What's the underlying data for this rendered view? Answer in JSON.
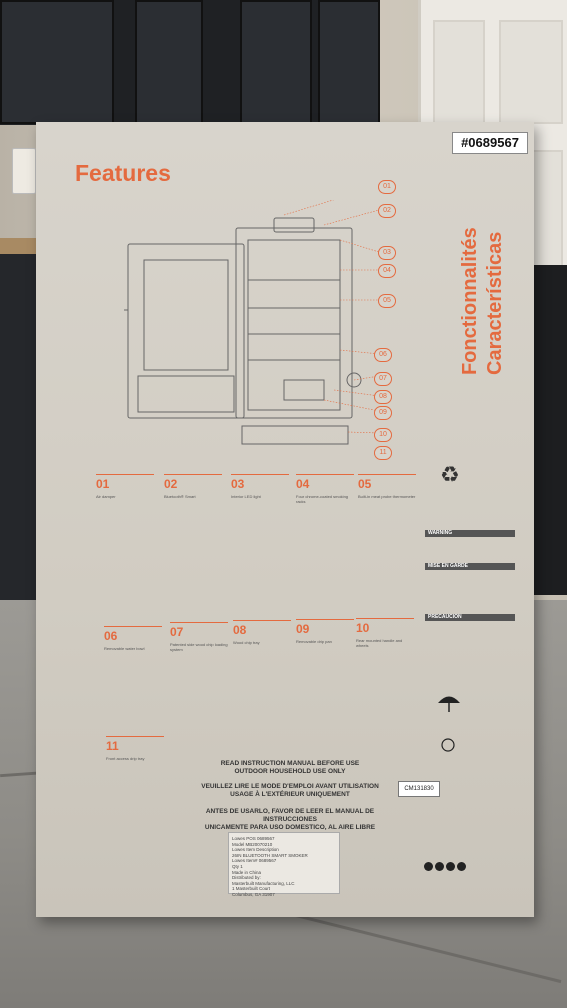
{
  "tag_number": "#0689567",
  "features_title": "Features",
  "side_title_line1": "Fonctionnalités",
  "side_title_line2": "Características",
  "callout_numbers": [
    "01",
    "02",
    "03",
    "04",
    "05",
    "06",
    "07",
    "08",
    "09",
    "10",
    "11"
  ],
  "features": [
    {
      "num": "01",
      "text": "Air damper"
    },
    {
      "num": "02",
      "text": "Bluetooth® Smart"
    },
    {
      "num": "03",
      "text": "Interior LED light"
    },
    {
      "num": "04",
      "text": "Four chrome-coated smoking racks"
    },
    {
      "num": "05",
      "text": "Built-in meat probe thermometer"
    },
    {
      "num": "06",
      "text": "Removable water bowl"
    },
    {
      "num": "07",
      "text": "Patented side wood chip loading system"
    },
    {
      "num": "08",
      "text": "Wood chip tray"
    },
    {
      "num": "09",
      "text": "Removable drip pan"
    },
    {
      "num": "10",
      "text": "Rear mounted handle and wheels"
    },
    {
      "num": "11",
      "text": "Front access drip tray"
    }
  ],
  "warnings": [
    "WARNING",
    "MISE EN GARDE",
    "PRECAUCION"
  ],
  "usage_en": "READ INSTRUCTION MANUAL BEFORE USE\nOUTDOOR HOUSEHOLD USE ONLY",
  "usage_fr": "VEUILLEZ LIRE LE MODE D'EMPLOI AVANT UTILISATION\nUSAGE À L'EXTÉRIEUR UNIQUEMENT",
  "usage_es": "ANTES DE USARLO, FAVOR DE LEER EL MANUAL DE INSTRUCCIONES\nUNICAMENTE PARA USO DOMESTICO, AL AIRE LIBRE",
  "sticker": "CM131830",
  "shipping_label": "Lowes POS 0689567\nModel MB20070210\nLowes Item Description\n26IN BLUETOOTH SMART SMOKER\nLowes Item# 0689567\nQty 1\nMade in China\nDistributed by:\nMasterbuilt Manufacturing, LLC\n1 Masterbuilt Court\nColumbus, GA 31907",
  "colors": {
    "accent": "#e46a3f",
    "box": "#d4d0c7",
    "floor": "#8d8b86"
  },
  "icons": [
    "recycle-icon",
    "umbrella-icon",
    "cert-mark-icon",
    "social-icon"
  ]
}
